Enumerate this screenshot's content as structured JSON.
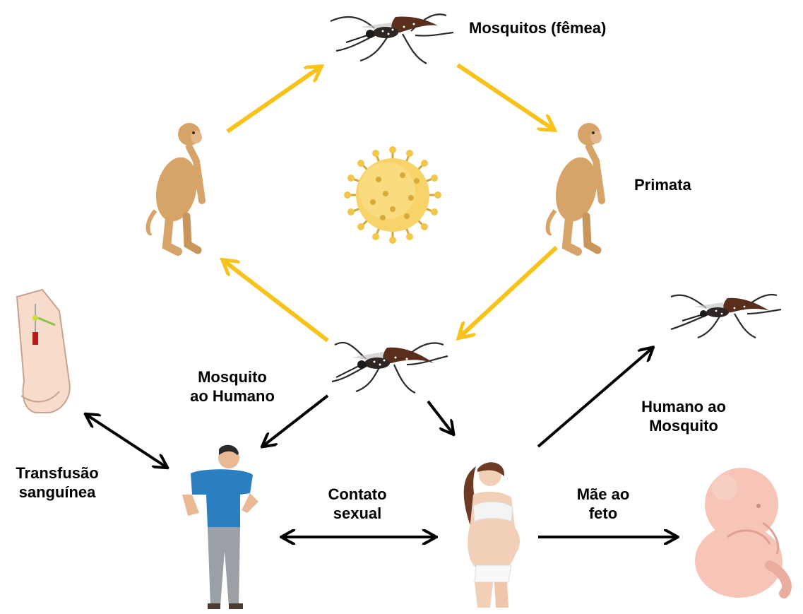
{
  "colors": {
    "cycle_arrow": "#f7c21a",
    "human_arrow": "#000000",
    "virus_fill": "#f8d36a",
    "monkey_fur": "#d6a468",
    "shirt": "#2a7fc1",
    "pants": "#9aa0a6"
  },
  "icons": {
    "top_mosquito": "mosquito-icon",
    "left_primate": "monkey-icon",
    "right_primate": "monkey-icon",
    "virus": "virus-icon",
    "center_mosquito": "mosquito-icon",
    "right_mosquito": "mosquito-icon",
    "transfusion": "blood-transfusion-arm-icon",
    "man": "man-icon",
    "pregnant_woman": "pregnant-woman-icon",
    "fetus": "fetus-icon"
  },
  "labels": {
    "mosquitos_femea": "Mosquitos (fêmea)",
    "primata": "Primata",
    "mosquito_ao_humano": [
      "Mosquito",
      "ao Humano"
    ],
    "humano_ao_mosquito": [
      "Humano ao",
      "Mosquito"
    ],
    "transfusao": [
      "Transfusão",
      "sanguínea"
    ],
    "contato_sexual": [
      "Contato",
      "sexual"
    ],
    "mae_ao_feto": [
      "Mãe ao",
      "feto"
    ]
  }
}
